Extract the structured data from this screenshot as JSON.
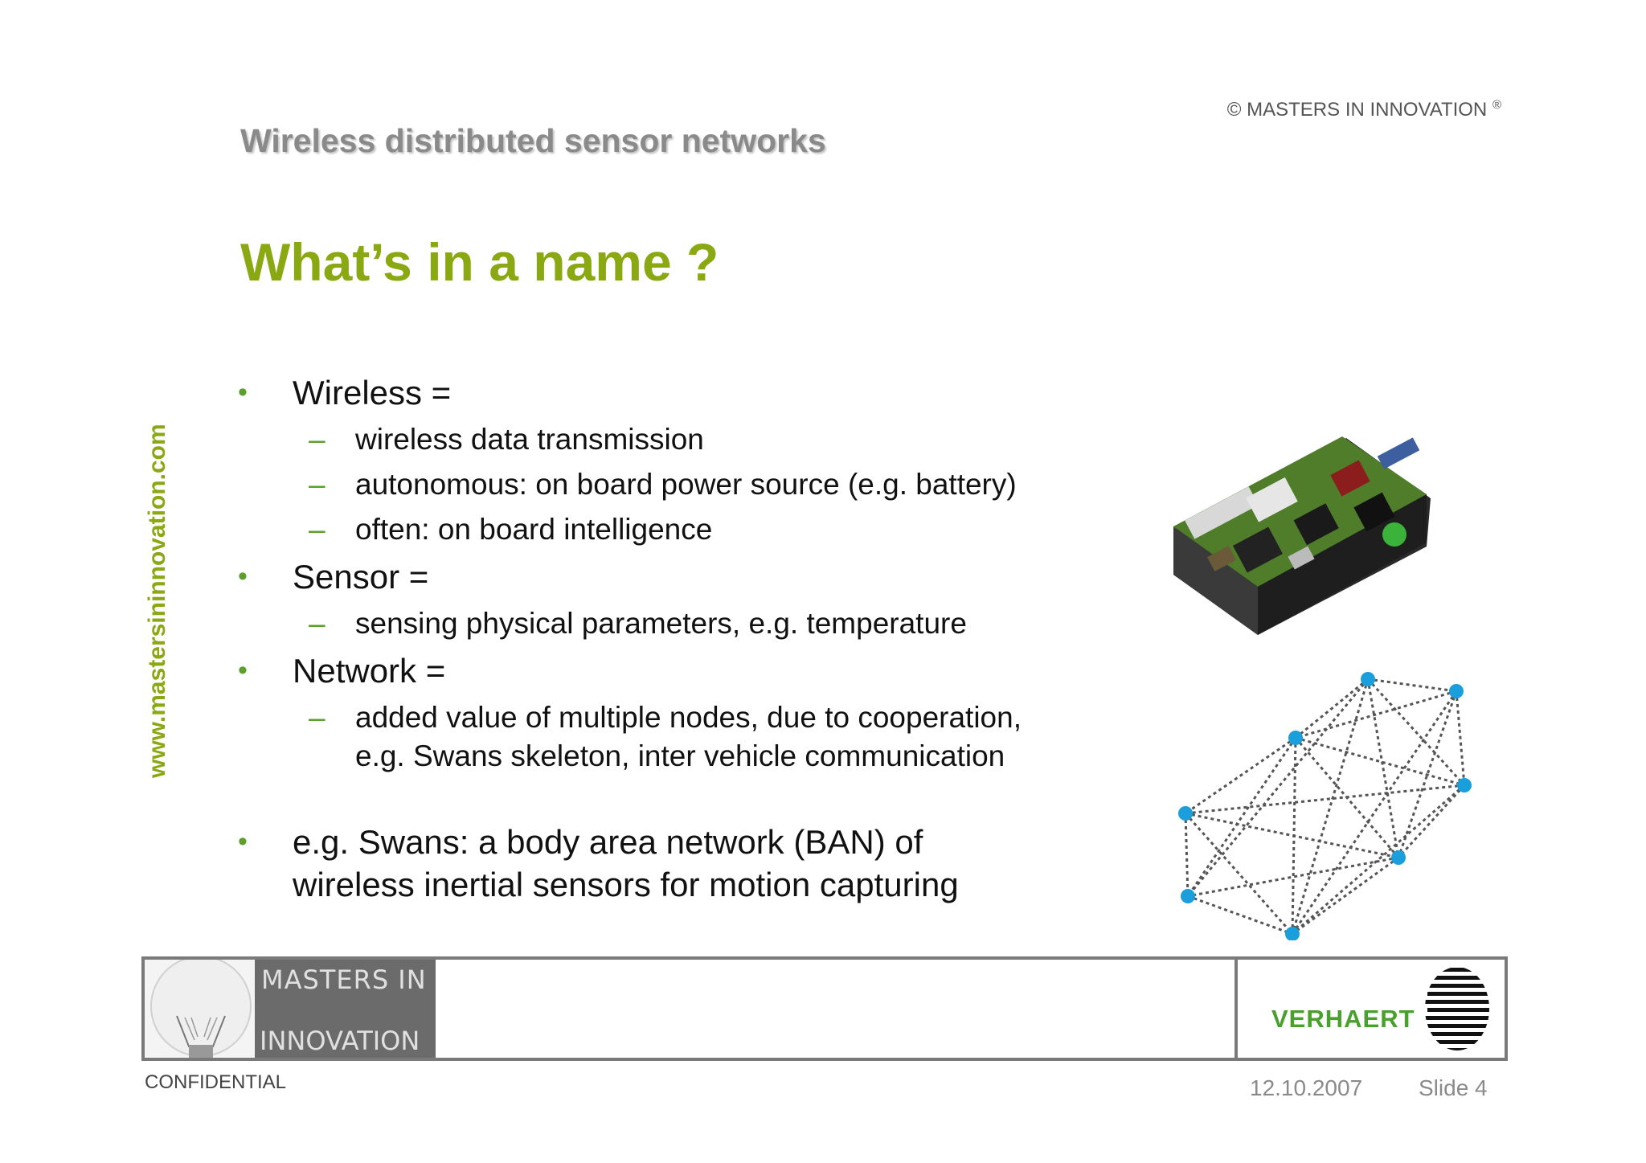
{
  "header": {
    "copyright": "© MASTERS IN INNOVATION",
    "registered_mark": "®",
    "section_title": "Wireless distributed sensor networks",
    "slide_title": "What’s in a name ?"
  },
  "side_url": "www.mastersininnovation.com",
  "bullets": {
    "wireless": {
      "label": "Wireless =",
      "items": [
        "wireless data transmission",
        "autonomous: on board power source (e.g. battery)",
        "often: on board intelligence"
      ]
    },
    "sensor": {
      "label": "Sensor =",
      "items": [
        "sensing physical parameters, e.g. temperature"
      ]
    },
    "network": {
      "label": "Network =",
      "items": [
        "added value of multiple nodes, due to cooperation,",
        "e.g. Swans skeleton, inter vehicle communication"
      ]
    },
    "example": {
      "line1": "e.g. Swans: a body area network (BAN) of",
      "line2": "wireless inertial sensors for motion capturing"
    },
    "bullet_glyph": "•",
    "dash_glyph": "–"
  },
  "footer": {
    "logo_line1": "MASTERS IN",
    "logo_line2": "INNOVATION",
    "partner_name": "VERHAERT",
    "confidential": "CONFIDENTIAL",
    "date": "12.10.2007",
    "slide": "Slide 4"
  },
  "colors": {
    "accent_green": "#8aa812",
    "bullet_green": "#5aa02a",
    "node_blue": "#1a9fdc",
    "verhaert_green": "#4aa02c"
  },
  "icons": [
    "sensor-board-photo",
    "mesh-network-diagram",
    "light-bulb-icon",
    "verhaert-globe-logo"
  ]
}
